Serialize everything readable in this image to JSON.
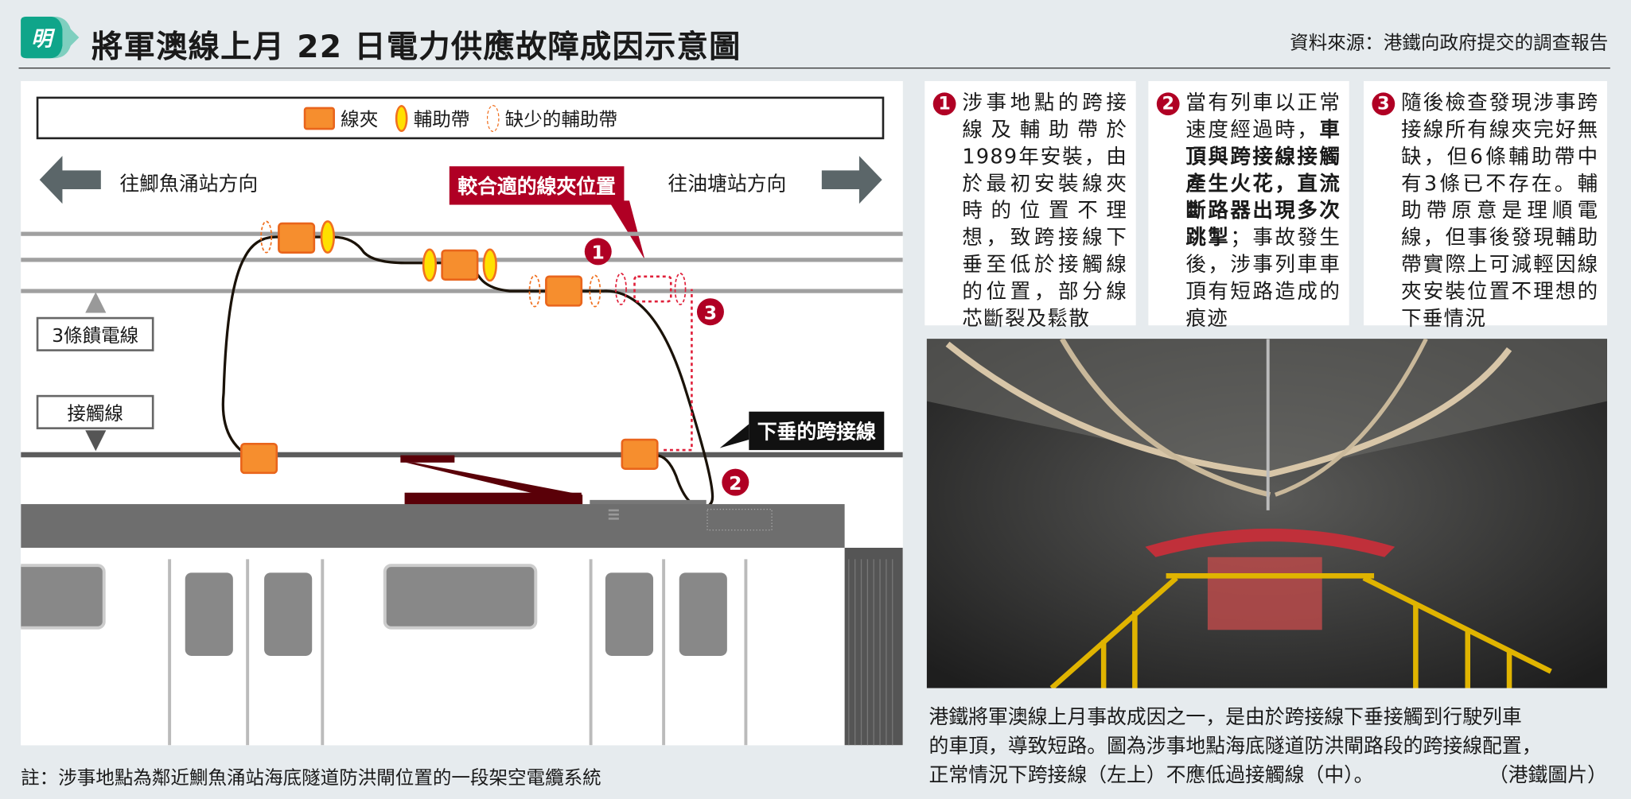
{
  "header": {
    "logo_text": "明",
    "title": "將軍澳線上月 22 日電力供應故障成因示意圖",
    "source": "資料來源：港鐵向政府提交的調查報告"
  },
  "legend": {
    "clamp": "線夾",
    "band": "輔助帶",
    "missing_band": "缺少的輔助帶"
  },
  "diagram": {
    "dir_left": "往鯽魚涌站方向",
    "dir_right": "往油塘站方向",
    "better_position": "較合適的線夾位置",
    "feeder_label": "3條饋電線",
    "contact_label": "接觸線",
    "sagging_label": "下垂的跨接線",
    "markers": [
      "1",
      "2",
      "3"
    ],
    "colors": {
      "clamp": "#f68e2e",
      "band": "#ffe000",
      "accent": "#b00024"
    }
  },
  "note": "註：涉事地點為鄰近鰂魚涌站海底隧道防洪閘位置的一段架空電纜系統",
  "points": [
    {
      "num": "1",
      "text_parts": [
        {
          "t": "涉事地點的跨接線及輔助帶於1989年安裝，由於最初安裝線夾時的位置不理想，致跨接線下垂至低於接觸線的位置，部分線芯斷裂及鬆散",
          "b": false
        }
      ]
    },
    {
      "num": "2",
      "text_parts": [
        {
          "t": "當有列車以正常速度經過時，",
          "b": false
        },
        {
          "t": "車頂與跨接線接觸產生火花，直流斷路器出現多次跳掣",
          "b": true
        },
        {
          "t": "；事故發生後，涉事列車車頂有短路造成的痕迹",
          "b": false
        }
      ]
    },
    {
      "num": "3",
      "text_parts": [
        {
          "t": "隨後檢查發現涉事跨接線所有線夾完好無缺，但6條輔助帶中有3條已不存在。輔助帶原意是理順電線，但事後發現輔助帶實際上可減輕因線夾安裝位置不理想的下垂情況",
          "b": false
        }
      ]
    }
  ],
  "caption": {
    "lines": [
      "港鐵將軍澳線上月事故成因之一，是由於跨接線下垂接觸到行駛列車",
      "的車頂，導致短路。圖為涉事地點海底隧道防洪閘路段的跨接線配置，",
      "正常情況下跨接線（左上）不應低過接觸線（中）。"
    ],
    "credit": "（港鐵圖片）"
  }
}
